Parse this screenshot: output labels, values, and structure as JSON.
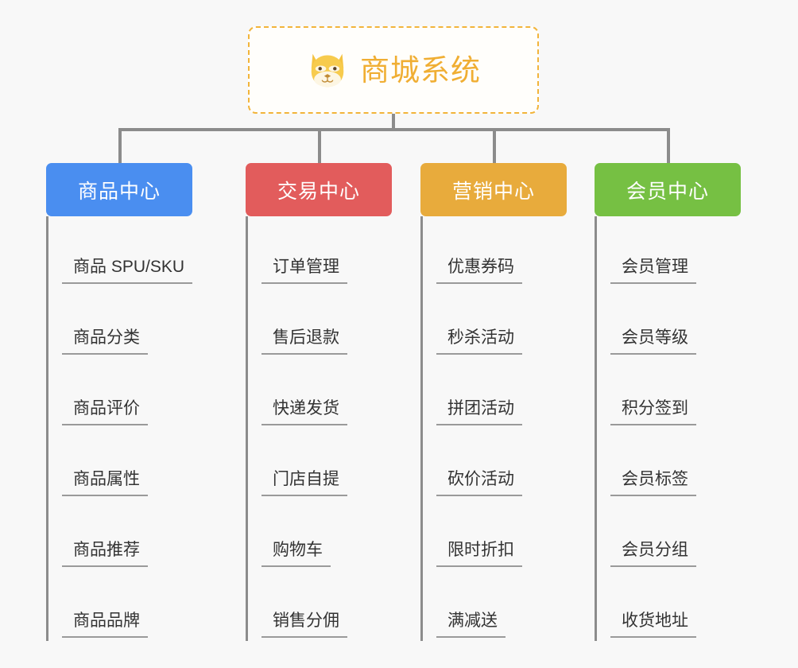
{
  "root": {
    "title": "商城系统",
    "icon": "shiba-dog-emoji",
    "border_color": "#f2b43a",
    "text_color": "#f0ae33"
  },
  "theme": {
    "background": "#f8f8f8",
    "connector_color": "#8c8c8c",
    "leaf_text_color": "#333333",
    "leaf_underline_color": "#9a9a9a"
  },
  "columns": [
    {
      "title": "商品中心",
      "color": "#4a8ef0",
      "items": [
        "商品 SPU/SKU",
        "商品分类",
        "商品评价",
        "商品属性",
        "商品推荐",
        "商品品牌"
      ]
    },
    {
      "title": "交易中心",
      "color": "#e25c5c",
      "items": [
        "订单管理",
        "售后退款",
        "快递发货",
        "门店自提",
        "购物车",
        "销售分佣"
      ]
    },
    {
      "title": "营销中心",
      "color": "#e8ab3c",
      "items": [
        "优惠券码",
        "秒杀活动",
        "拼团活动",
        "砍价活动",
        "限时折扣",
        "满减送"
      ]
    },
    {
      "title": "会员中心",
      "color": "#76c043",
      "items": [
        "会员管理",
        "会员等级",
        "积分签到",
        "会员标签",
        "会员分组",
        "收货地址"
      ]
    }
  ]
}
